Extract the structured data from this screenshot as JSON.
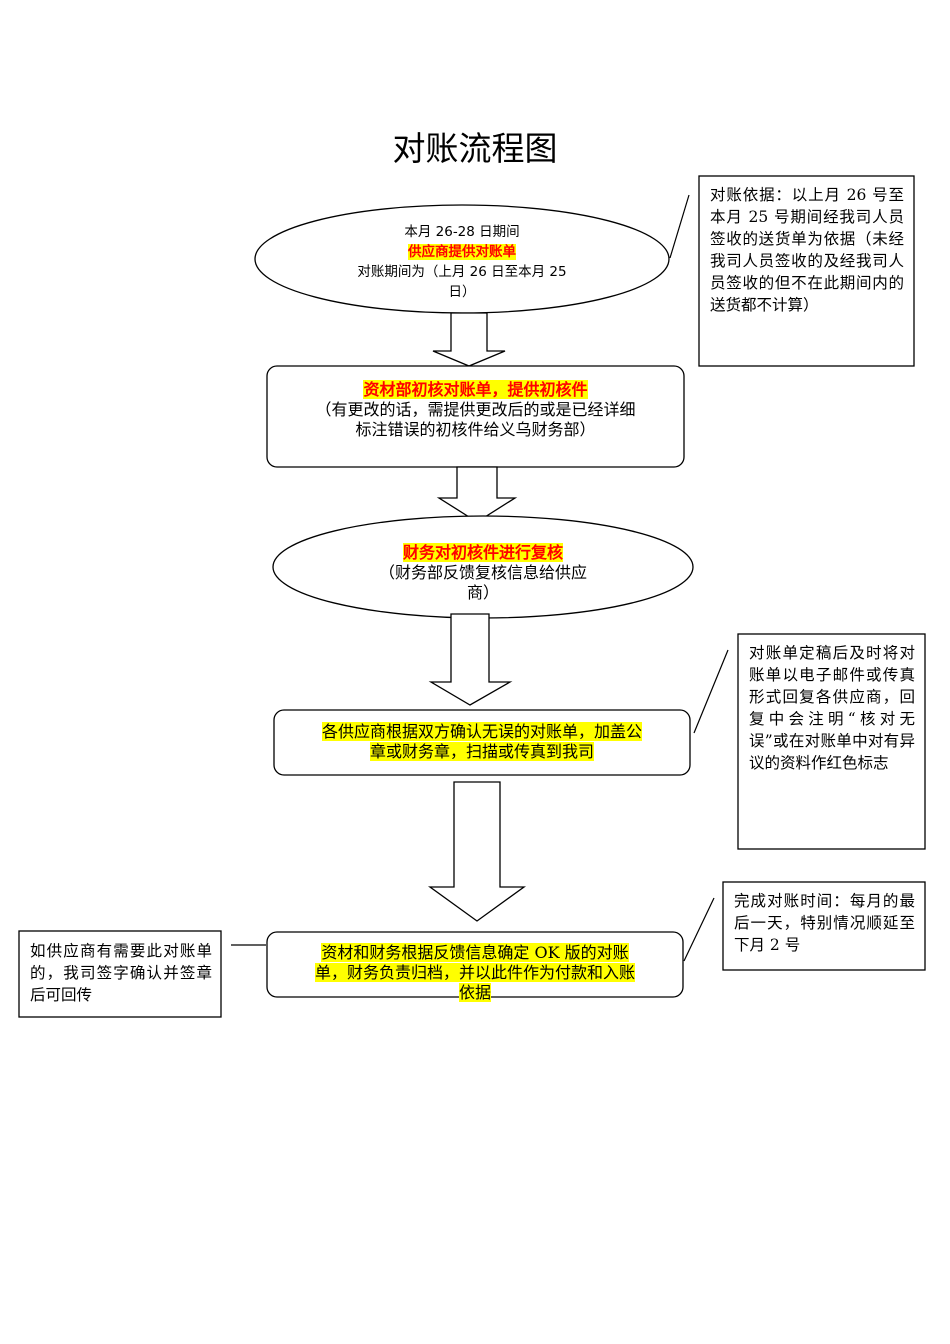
{
  "title": "对账流程图",
  "steps": [
    {
      "id": "supplier-provide",
      "shape": "ellipse",
      "line1": "本月 26-28 日期间",
      "highlight": "供应商提供对账单",
      "line3": "对账期间为（上月 26 日至本月 25",
      "line4": "日）"
    },
    {
      "id": "materials-initial-check",
      "shape": "rounded-rect",
      "highlight": "资材部初核对账单，提供初核件",
      "line2": "（有更改的话，需提供更改后的或是已经详细",
      "line3": "标注错误的初核件给义乌财务部）"
    },
    {
      "id": "finance-review",
      "shape": "ellipse",
      "highlight": "财务对初核件进行复核",
      "line2": "（财务部反馈复核信息给供应",
      "line3": "商）"
    },
    {
      "id": "supplier-confirm",
      "shape": "rounded-rect",
      "line1": "各供应商根据双方确认无误的对账单，加盖公",
      "line2": "章或财务章，扫描或传真到我司"
    },
    {
      "id": "final-archive",
      "shape": "rounded-rect",
      "line1": "资材和财务根据反馈信息确定 OK 版的对账",
      "line2": "单，财务负责归档，并以此件作为付款和入账",
      "line3": "依据"
    }
  ],
  "notes": {
    "basis": "对账依据：以上月 26 号至本月 25 号期间经我司人员签收的送货单为依据（未经我司人员签收的及经我司人员签收的但不在此期间内的送货都不计算）",
    "reply": "对账单定稿后及时将对账单以电子邮件或传真形式回复各供应商，回复中会注明“核对无误”或在对账单中对有异议的资料作红色标志",
    "deadline": "完成对账时间：每月的最后一天，特别情况顺延至下月 2 号",
    "signback": "如供应商有需要此对账单的，我司签字确认并签章后可回传"
  },
  "colors": {
    "highlight": "#ffff00",
    "emphasis": "#ff0000",
    "stroke": "#000000"
  }
}
